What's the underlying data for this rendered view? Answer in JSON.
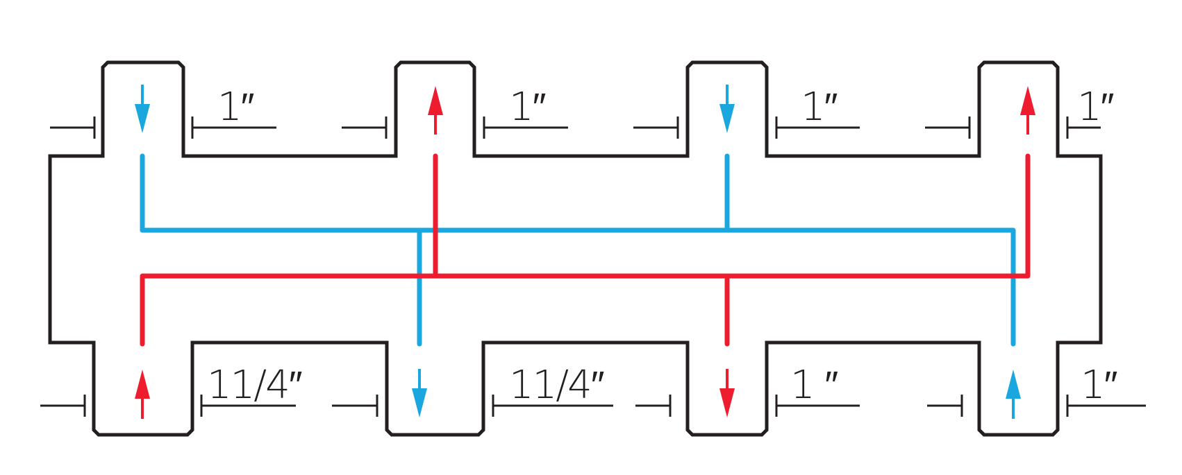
{
  "colors": {
    "outline": "#231f20",
    "cold": "#1aa7de",
    "hot": "#ed1c2e",
    "background": "#ffffff"
  },
  "top_ports": [
    {
      "size": "1″",
      "flow": "cold",
      "direction": "down"
    },
    {
      "size": "1″",
      "flow": "hot",
      "direction": "up"
    },
    {
      "size": "1″",
      "flow": "cold",
      "direction": "down"
    },
    {
      "size": "1″",
      "flow": "hot",
      "direction": "up"
    }
  ],
  "bottom_ports": [
    {
      "size": "11/4″",
      "flow": "hot",
      "direction": "up"
    },
    {
      "size": "11/4″",
      "flow": "cold",
      "direction": "down"
    },
    {
      "size": "1 ″",
      "flow": "hot",
      "direction": "down"
    },
    {
      "size": "1″",
      "flow": "cold",
      "direction": "up"
    }
  ]
}
